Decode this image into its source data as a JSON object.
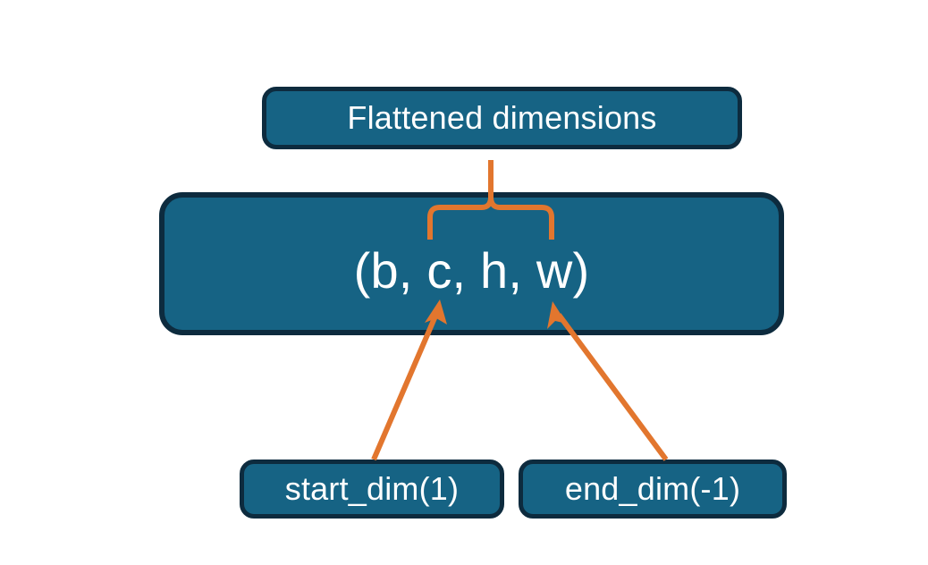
{
  "diagram": {
    "title": "Flatten dimensions diagram",
    "background_color": "#ffffff",
    "node_fill_color": "#166384",
    "node_border_color": "#0d2b3e",
    "node_text_color": "#ffffff",
    "connector_color": "#E2762E"
  },
  "nodes": {
    "flattened": {
      "label": "Flattened dimensions"
    },
    "shape": {
      "label": "(b, c, h, w)"
    },
    "start_dim": {
      "label": "start_dim(1)"
    },
    "end_dim": {
      "label": "end_dim(-1)"
    }
  },
  "connectors": [
    {
      "name": "brace-to-flattened",
      "type": "curly-brace",
      "from": "shape.c-to-w",
      "to": "flattened",
      "color": "#E2762E"
    },
    {
      "name": "start-dim-arrow",
      "type": "arrow",
      "from": "start_dim",
      "to": "shape.c",
      "color": "#E2762E"
    },
    {
      "name": "end-dim-arrow",
      "type": "arrow",
      "from": "end_dim",
      "to": "shape.w",
      "color": "#E2762E"
    }
  ]
}
